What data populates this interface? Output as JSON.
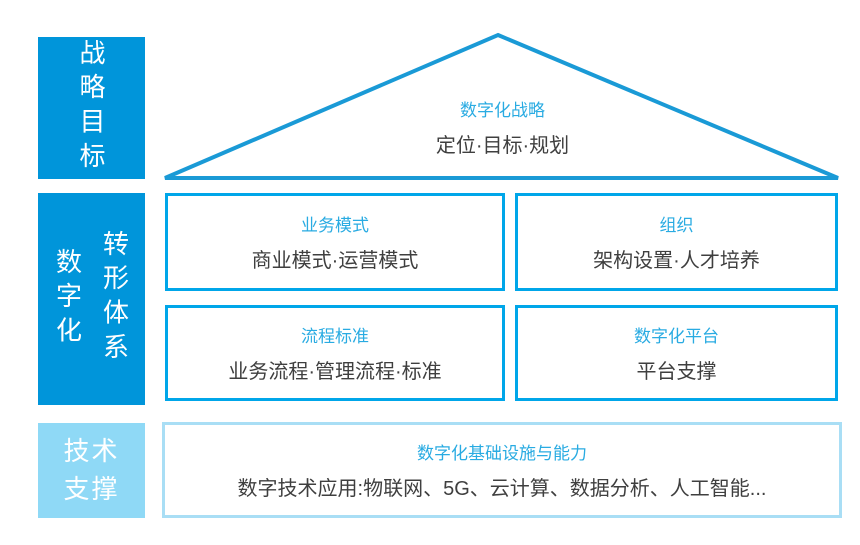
{
  "palette": {
    "primary_blue": "#0095da",
    "light_blue_fill": "#8fd9f6",
    "cell_border_blue": "#00a6e9",
    "foundation_border_blue": "#a9def5",
    "accent_title_blue": "#29abe2",
    "body_text": "#3f3f3f"
  },
  "left_rail": {
    "strategy_label": "战略目标",
    "system_label_left_column": "数字化",
    "system_label_right_column": "转形体系",
    "tech_label_line1": "技术",
    "tech_label_line2": "支撑"
  },
  "roof": {
    "title": "数字化战略",
    "subtitle": "定位·目标·规划"
  },
  "grid": {
    "cells": [
      {
        "title": "业务模式",
        "subtitle": "商业模式·运营模式"
      },
      {
        "title": "组织",
        "subtitle": "架构设置·人才培养"
      },
      {
        "title": "流程标准",
        "subtitle": "业务流程·管理流程·标准"
      },
      {
        "title": "数字化平台",
        "subtitle": "平台支撑"
      }
    ]
  },
  "foundation": {
    "title": "数字化基础设施与能力",
    "subtitle": "数字技术应用:物联网、5G、云计算、数据分析、人工智能..."
  }
}
